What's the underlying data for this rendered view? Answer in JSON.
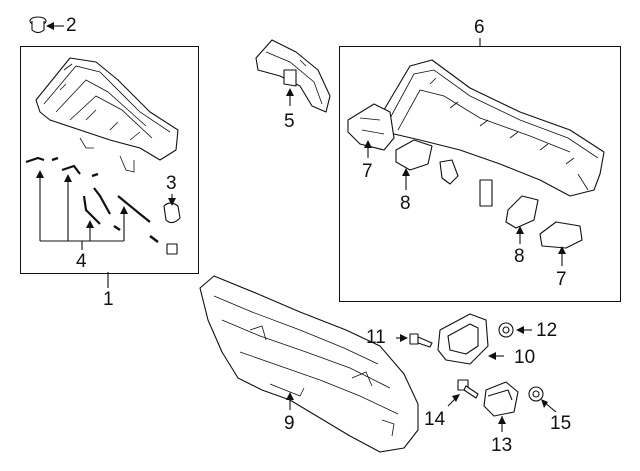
{
  "diagram": {
    "callouts": [
      {
        "id": "1",
        "text": "1"
      },
      {
        "id": "2",
        "text": "2"
      },
      {
        "id": "3",
        "text": "3"
      },
      {
        "id": "4",
        "text": "4"
      },
      {
        "id": "5",
        "text": "5"
      },
      {
        "id": "6",
        "text": "6"
      },
      {
        "id": "7a",
        "text": "7"
      },
      {
        "id": "7b",
        "text": "7"
      },
      {
        "id": "8a",
        "text": "8"
      },
      {
        "id": "8b",
        "text": "8"
      },
      {
        "id": "9",
        "text": "9"
      },
      {
        "id": "10",
        "text": "10"
      },
      {
        "id": "11",
        "text": "11"
      },
      {
        "id": "12",
        "text": "12"
      },
      {
        "id": "13",
        "text": "13"
      },
      {
        "id": "14",
        "text": "14"
      },
      {
        "id": "15",
        "text": "15"
      }
    ]
  }
}
